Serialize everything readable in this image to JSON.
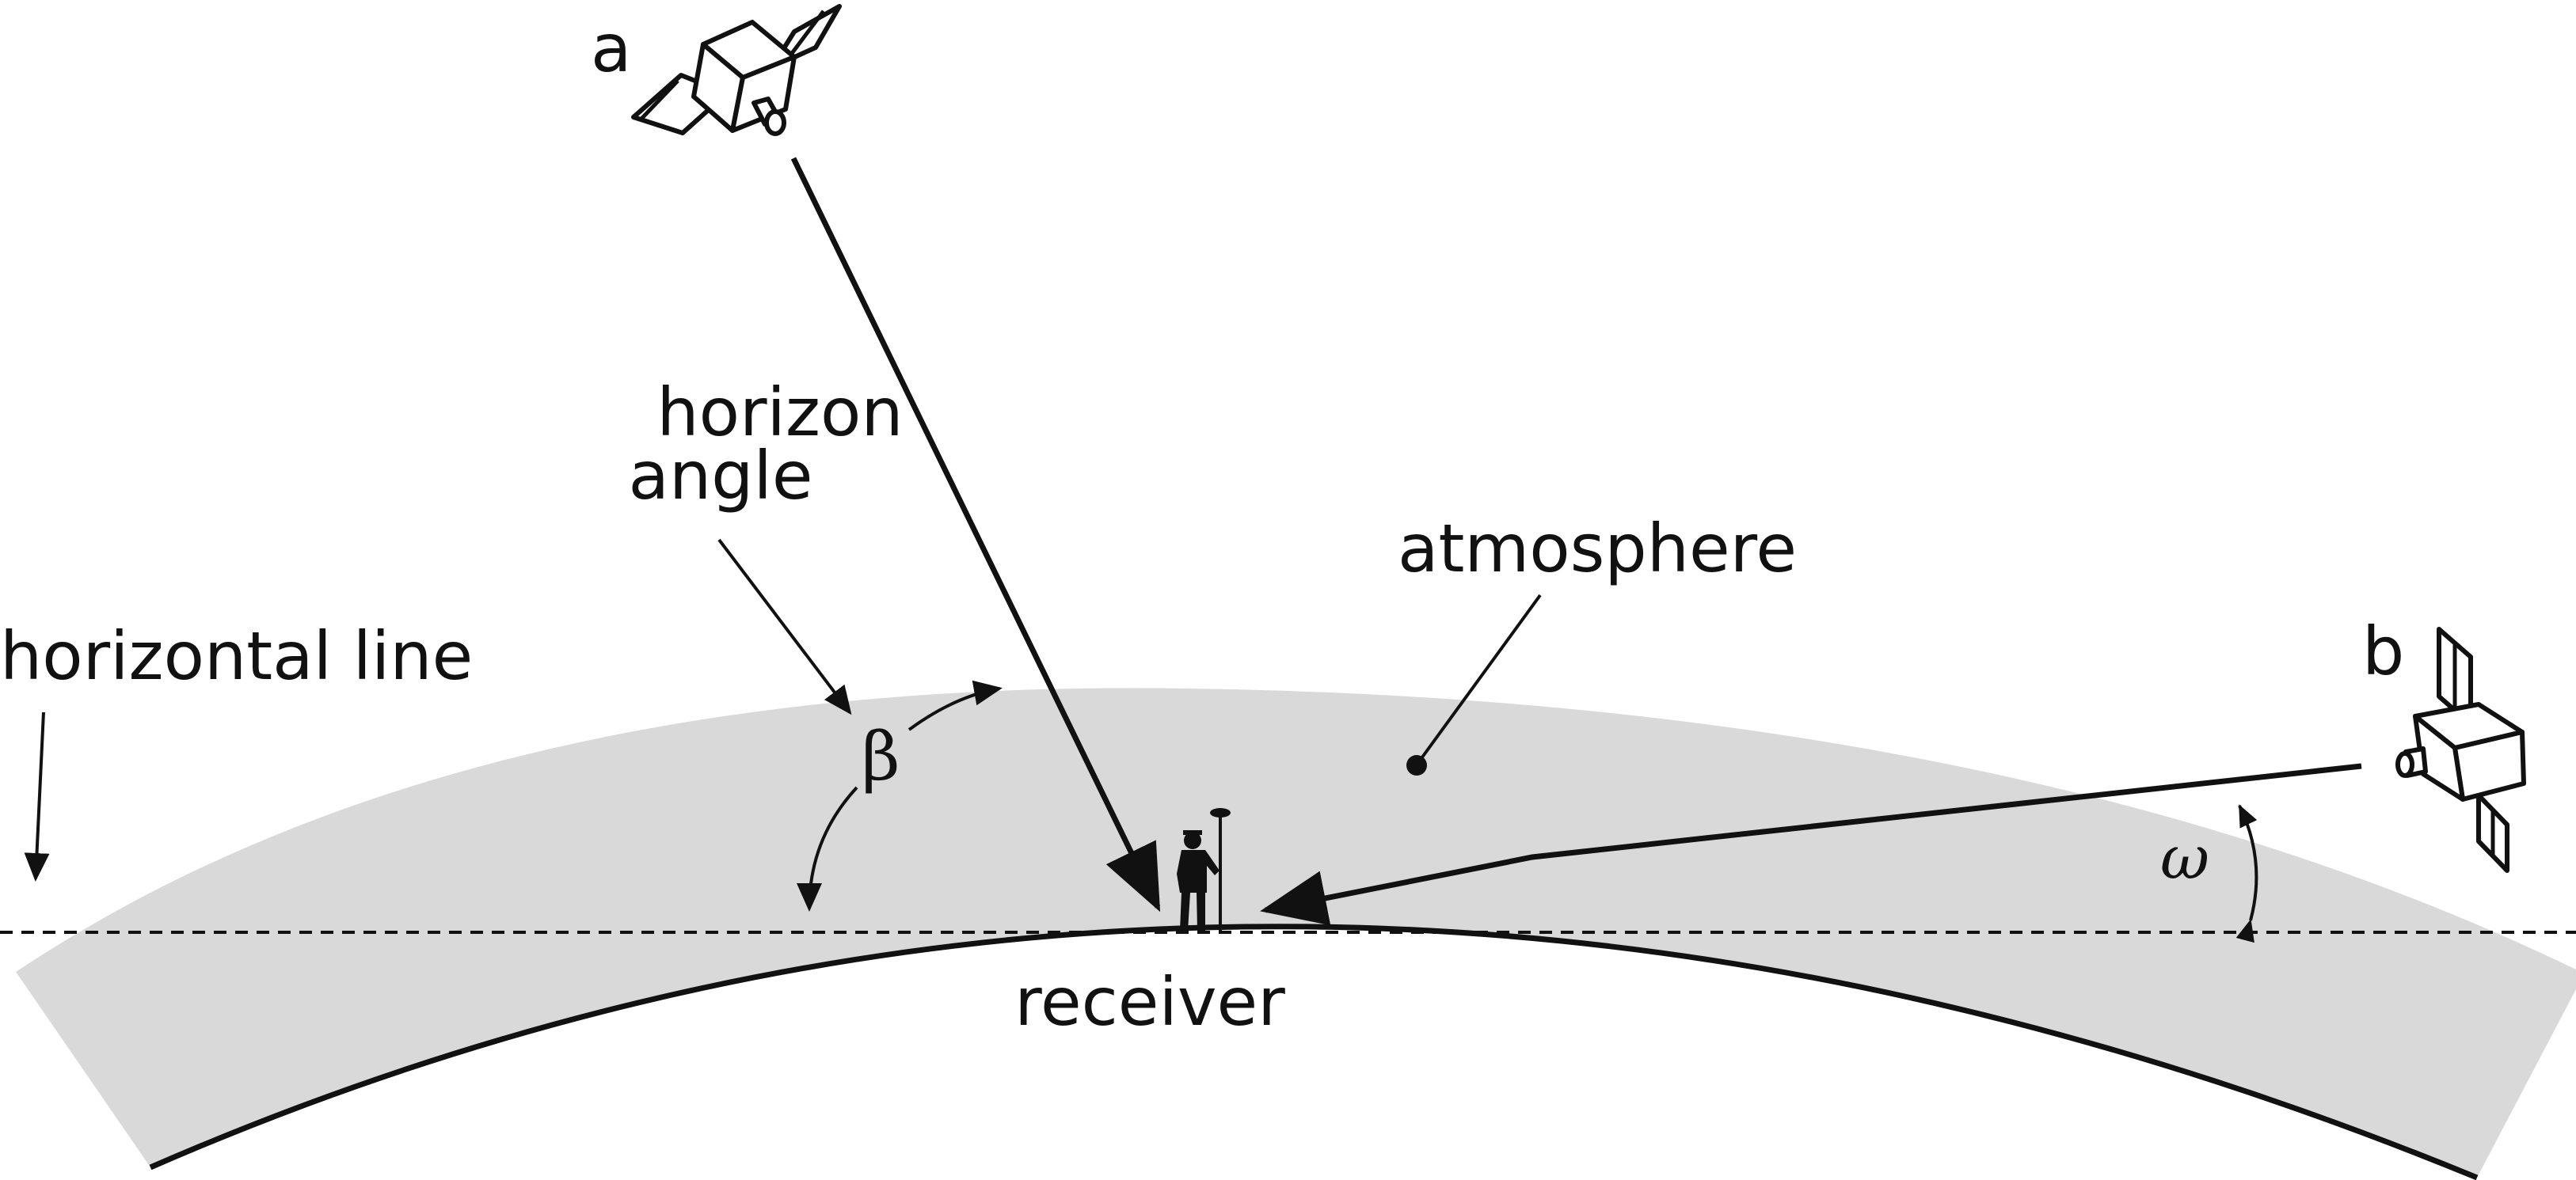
{
  "labels": {
    "satellite_a": "a",
    "satellite_b": "b",
    "horizon_angle_line1": "horizon",
    "horizon_angle_line2": "angle",
    "atmosphere": "atmosphere",
    "horizontal_line": "horizontal line",
    "beta": "β",
    "omega": "ω",
    "receiver": "receiver"
  },
  "colors": {
    "atmosphere_fill": "#d9d9d9",
    "stroke": "#111111",
    "background": "#ffffff"
  },
  "icons": {
    "satellite": "satellite-icon",
    "receiver": "surveyor-with-antenna-icon"
  }
}
